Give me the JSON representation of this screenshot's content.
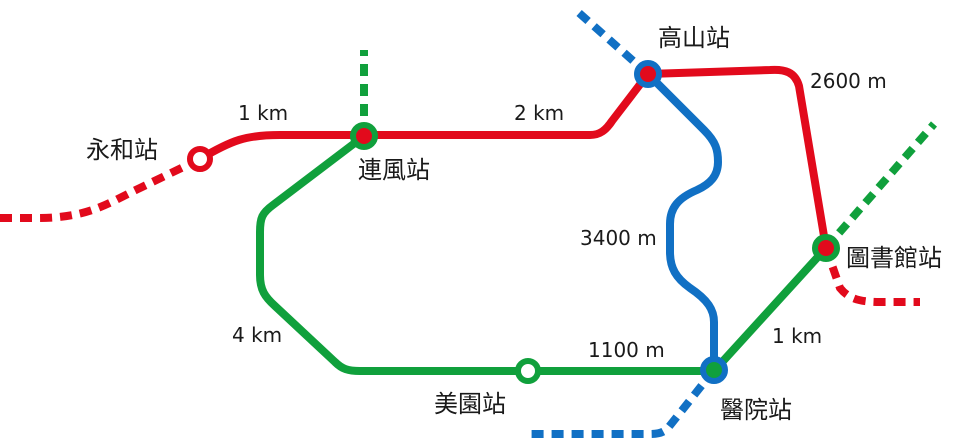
{
  "colors": {
    "red": "#e20a1c",
    "green": "#10a03c",
    "blue": "#1170c4",
    "station_fill": "#ffffff"
  },
  "stations": {
    "yonghe": "永和站",
    "lianfeng": "連風站",
    "gaoshan": "高山站",
    "library": "圖書館站",
    "meiyuan": "美園站",
    "hospital": "醫院站"
  },
  "distances": {
    "yonghe_lianfeng": "1 km",
    "lianfeng_gaoshan": "2 km",
    "gaoshan_library": "2600 m",
    "gaoshan_hospital": "3400 m",
    "lianfeng_meiyuan": "4 km",
    "meiyuan_hospital": "1100 m",
    "hospital_library": "1 km"
  }
}
